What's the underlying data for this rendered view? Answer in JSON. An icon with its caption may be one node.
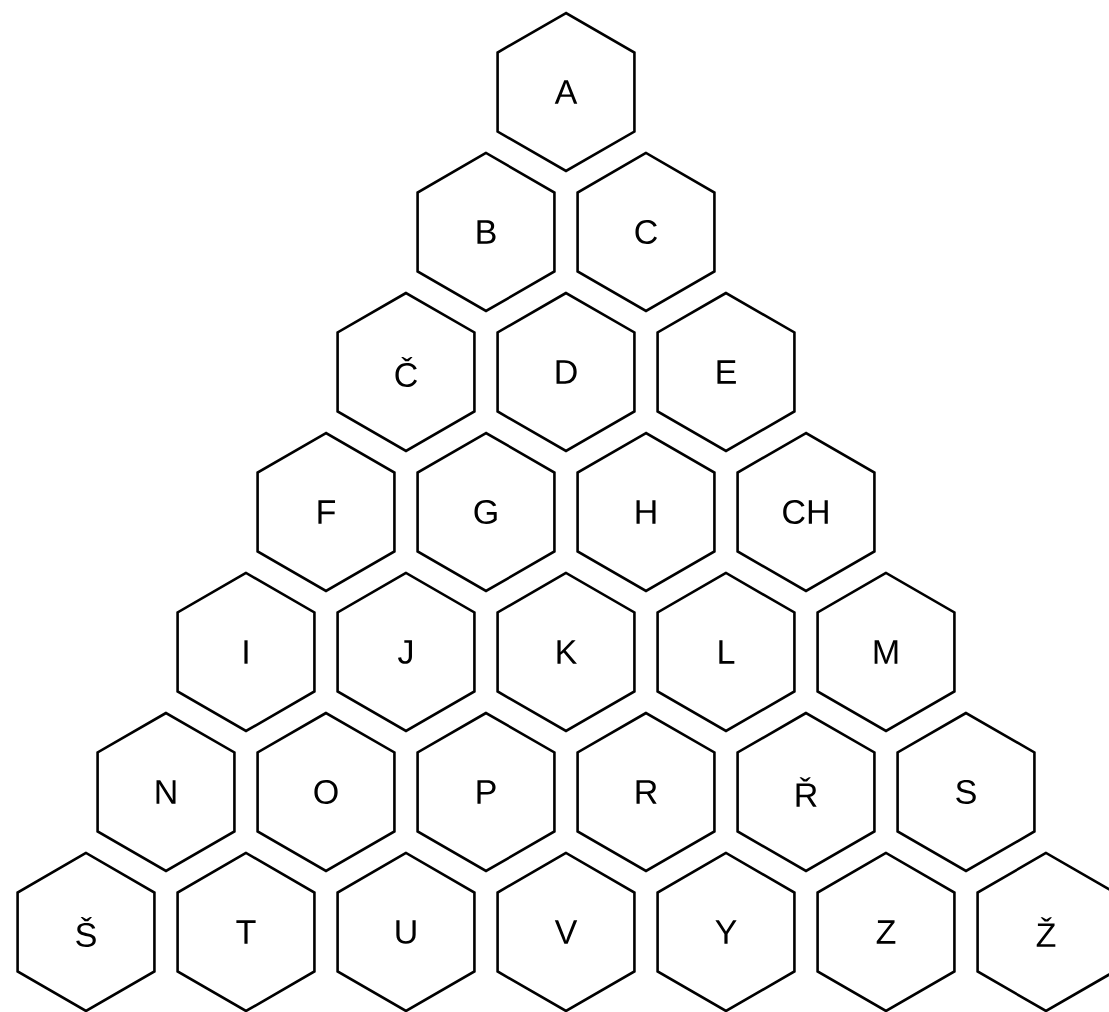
{
  "diagram": {
    "nodes": [
      {
        "text": [
          "A"
        ]
      },
      {
        "text": [
          "B"
        ]
      },
      {
        "text": [
          "C"
        ]
      },
      {
        "text": [
          "Č"
        ]
      },
      {
        "text": [
          "D"
        ]
      },
      {
        "text": [
          "E"
        ]
      },
      {
        "text": [
          "F"
        ]
      },
      {
        "text": [
          "G"
        ]
      },
      {
        "text": [
          "H"
        ]
      },
      {
        "text": [
          "CH"
        ]
      },
      {
        "text": [
          "I"
        ]
      },
      {
        "text": [
          "J"
        ]
      },
      {
        "text": [
          "K"
        ]
      },
      {
        "text": [
          "L"
        ]
      },
      {
        "text": [
          "M"
        ]
      },
      {
        "text": [
          "N"
        ]
      },
      {
        "text": [
          "O"
        ]
      },
      {
        "text": [
          "P"
        ]
      },
      {
        "text": [
          "R"
        ]
      },
      {
        "text": [
          "Ř"
        ]
      },
      {
        "text": [
          "S"
        ]
      },
      {
        "text": [
          "Š"
        ]
      },
      {
        "text": [
          "T"
        ]
      },
      {
        "text": [
          "U"
        ]
      },
      {
        "text": [
          "V"
        ]
      },
      {
        "text": [
          "Y"
        ]
      },
      {
        "text": [
          "Z"
        ]
      },
      {
        "text": [
          "Ž"
        ]
      }
    ]
  }
}
